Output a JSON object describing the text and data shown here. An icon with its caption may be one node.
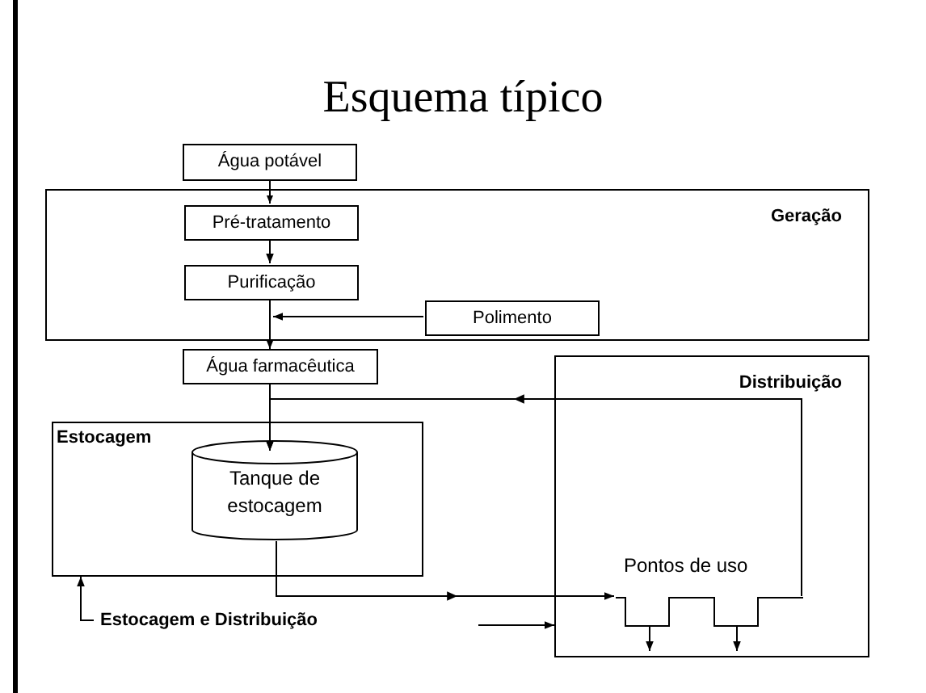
{
  "diagram": {
    "title": "Esquema típico",
    "nodes": [
      {
        "text": [
          "Água potável"
        ]
      },
      {
        "text": [
          "Geração"
        ]
      },
      {
        "text": [
          "Pré-tratamento"
        ],
        "in": 1
      },
      {
        "text": [
          "Purificação"
        ],
        "in": 1
      },
      {
        "text": [
          "Polimento"
        ],
        "in": 1
      },
      {
        "text": [
          "Água farmacêutica"
        ]
      },
      {
        "text": [
          "Distribuição"
        ]
      },
      {
        "text": [
          "Estocagem"
        ]
      },
      {
        "text": [
          "Tanque de estocagem"
        ],
        "in": 7
      },
      {
        "text": [
          "Pontos de uso"
        ],
        "in": 6
      },
      {
        "text": [
          "Estocagem e Distribuição"
        ]
      },
      {
        "text": [],
        "shape": "bar",
        "in": 6
      }
    ],
    "edges": [
      {
        "from": 0,
        "to": 2,
        "arrow": "to"
      },
      {
        "from": 2,
        "to": 3,
        "arrow": "to"
      },
      {
        "from": 4,
        "to": 3,
        "arrow": "to"
      },
      {
        "from": 3,
        "to": 5,
        "arrow": "to"
      },
      {
        "from": 5,
        "to": 8,
        "arrow": "to"
      },
      {
        "from": 8,
        "to": 11,
        "arrow": "to"
      },
      {
        "from": 11,
        "to": 8,
        "arrow": "to"
      },
      {
        "from": null,
        "to": 6,
        "arrow": "to"
      },
      {
        "from": 10,
        "to": 7,
        "arrow": "to"
      },
      {
        "from": 11,
        "to": null,
        "arrow": "to"
      },
      {
        "from": 11,
        "to": null,
        "arrow": "to"
      }
    ]
  }
}
